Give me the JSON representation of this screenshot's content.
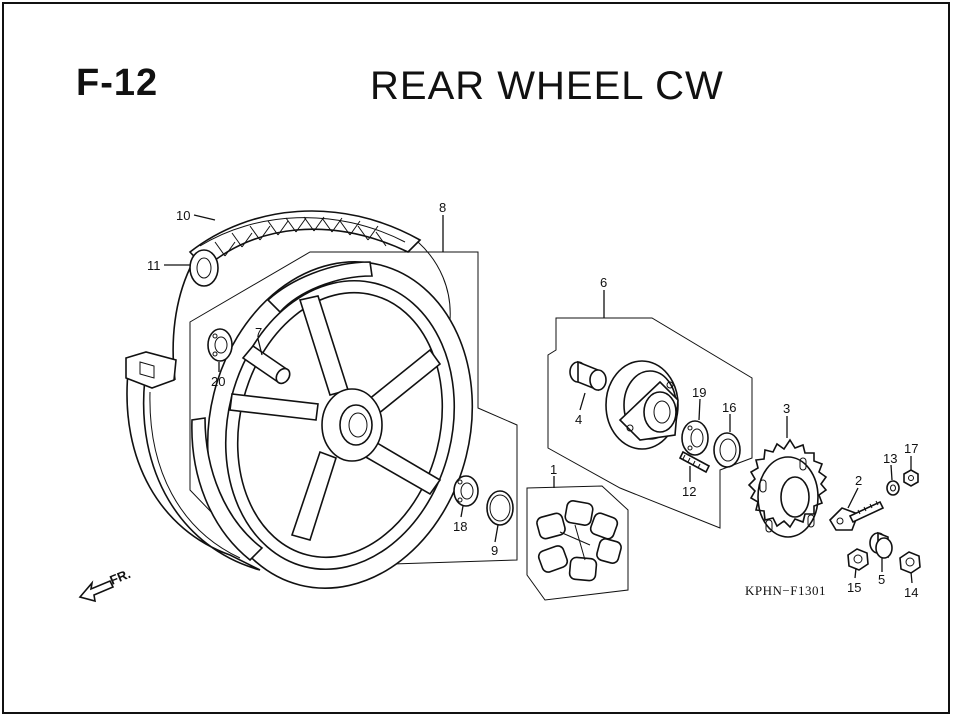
{
  "header": {
    "page_code": "F-12",
    "title": "REAR WHEEL CW"
  },
  "direction_marker": "FR.",
  "diagram_code": "KPHN−F1301",
  "callouts": [
    {
      "id": "c10",
      "number": "10"
    },
    {
      "id": "c11",
      "number": "11"
    },
    {
      "id": "c8",
      "number": "8"
    },
    {
      "id": "c7",
      "number": "7"
    },
    {
      "id": "c20",
      "number": "20"
    },
    {
      "id": "c6",
      "number": "6"
    },
    {
      "id": "c4",
      "number": "4"
    },
    {
      "id": "c19",
      "number": "19"
    },
    {
      "id": "c16",
      "number": "16"
    },
    {
      "id": "c3",
      "number": "3"
    },
    {
      "id": "c12",
      "number": "12"
    },
    {
      "id": "c1",
      "number": "1"
    },
    {
      "id": "c18",
      "number": "18"
    },
    {
      "id": "c9",
      "number": "9"
    },
    {
      "id": "c17",
      "number": "17"
    },
    {
      "id": "c13",
      "number": "13"
    },
    {
      "id": "c2",
      "number": "2"
    },
    {
      "id": "c15",
      "number": "15"
    },
    {
      "id": "c5",
      "number": "5"
    },
    {
      "id": "c14",
      "number": "14"
    }
  ]
}
